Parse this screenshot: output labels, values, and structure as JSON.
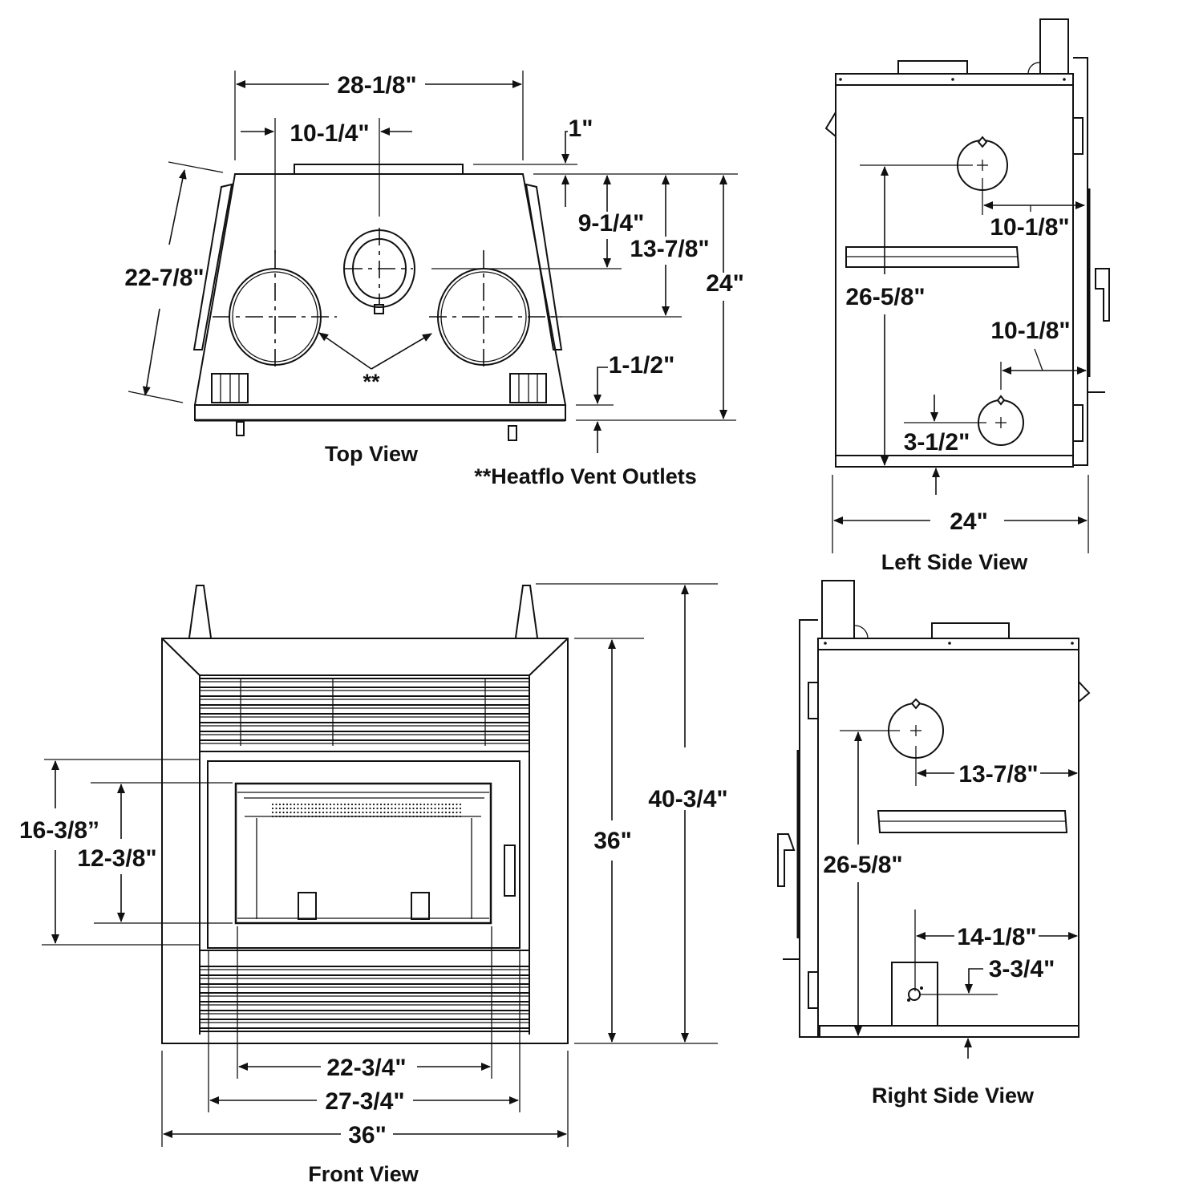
{
  "diagram": {
    "subject": "Fireplace dimensional drawings",
    "line_color": "#111111",
    "background": "#ffffff"
  },
  "top_view": {
    "title": "Top View",
    "footnote": "**Heatflo Vent Outlets",
    "outlet_marker": "**",
    "dims": {
      "overall_width": "28-1/8\"",
      "flue_offset": "10-1/4\"",
      "collar": "1\"",
      "flue_depth": "9-1/4\"",
      "outlet_depth": "13-7/8\"",
      "overall_depth": "24\"",
      "side_depth": "22-7/8\"",
      "front_lip": "1-1/2\""
    }
  },
  "left_side_view": {
    "title": "Left Side View",
    "dims": {
      "upper_knockout_offset": "10-1/8\"",
      "knockout_height": "26-5/8\"",
      "lower_knockout_offset": "10-1/8\"",
      "lower_knockout_height": "3-1/2\"",
      "overall_depth": "24\""
    }
  },
  "front_view": {
    "title": "Front View",
    "dims": {
      "opening_height_outer": "16-3/8”",
      "opening_height_inner": "12-3/8\"",
      "height_to_top": "36\"",
      "overall_height": "40-3/4\"",
      "opening_width_inner": "22-3/4\"",
      "opening_width_outer": "27-3/4\"",
      "overall_width": "36\""
    }
  },
  "right_side_view": {
    "title": "Right Side View",
    "dims": {
      "knockout_offset": "13-7/8\"",
      "knockout_height": "26-5/8\"",
      "gas_inlet_offset": "14-1/8\"",
      "gas_inlet_height": "3-3/4\""
    }
  }
}
